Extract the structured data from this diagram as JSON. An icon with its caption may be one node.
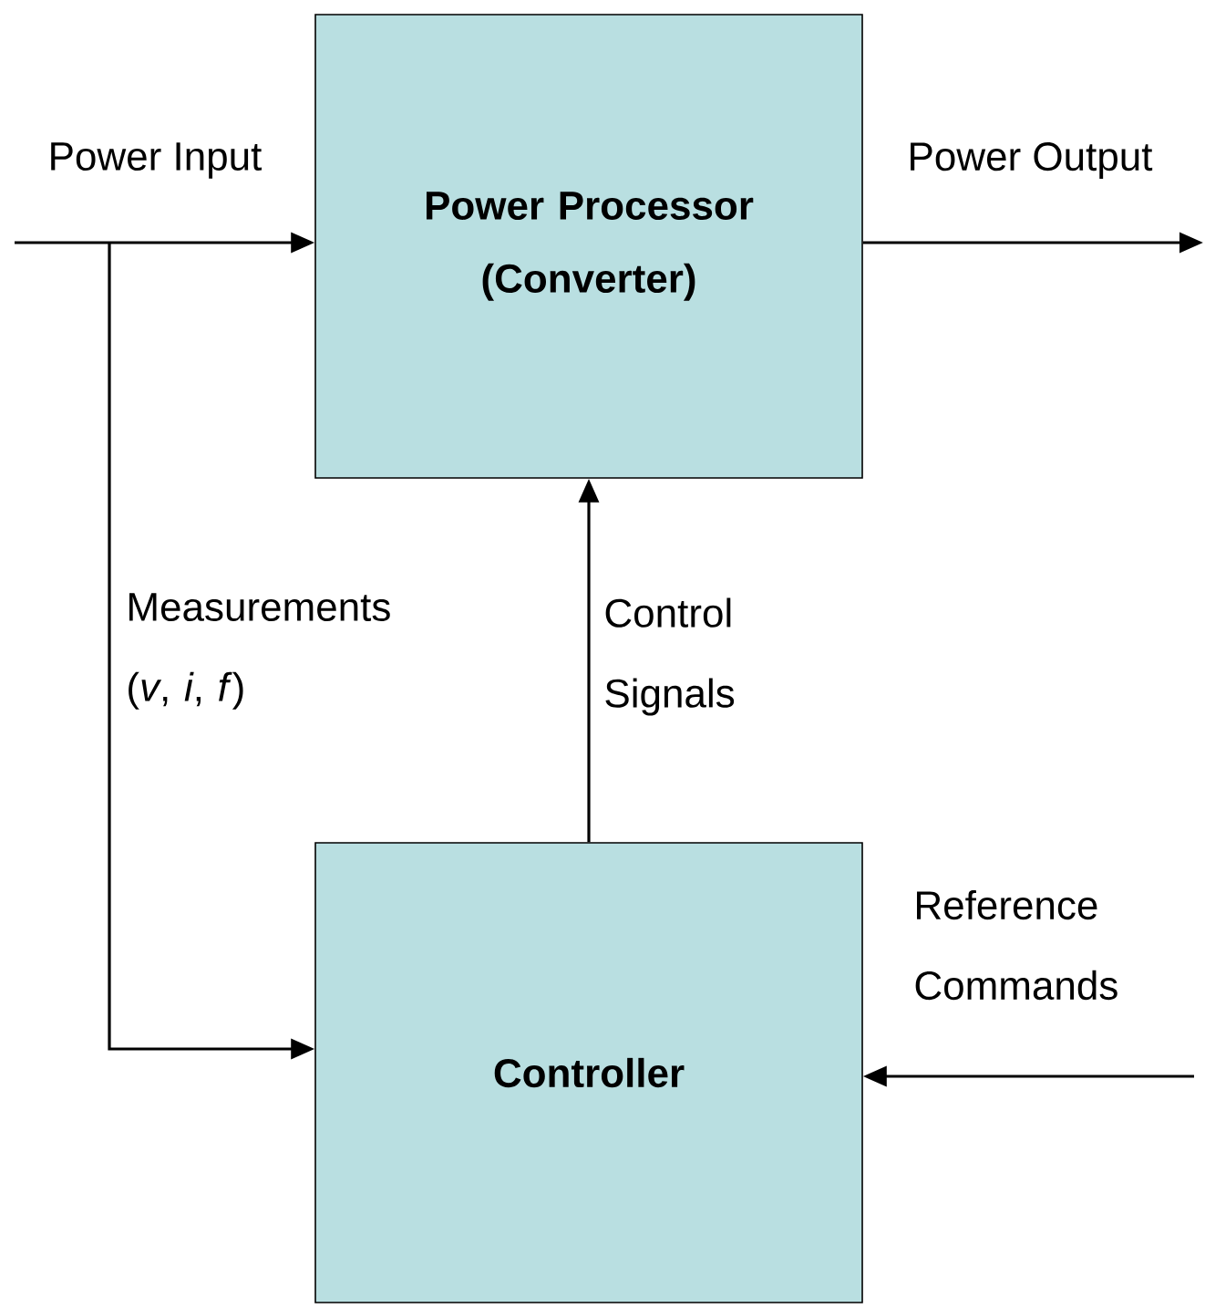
{
  "diagram": {
    "nodes": [
      {
        "text": [
          "Power Processor (Converter)"
        ]
      },
      {
        "text": [
          "Controller"
        ]
      }
    ],
    "edges": [
      {
        "from": null,
        "to": 0,
        "arrow": "to",
        "label": "Power Input"
      },
      {
        "from": 0,
        "to": null,
        "arrow": "to",
        "label": "Power Output"
      },
      {
        "from": null,
        "to": 1,
        "arrow": "to",
        "label": "Measurements (*v*, *i*, *f*)"
      },
      {
        "from": 1,
        "to": 0,
        "arrow": "to",
        "label": "Control Signals"
      },
      {
        "from": null,
        "to": 1,
        "arrow": "to",
        "label": "Reference Commands"
      }
    ]
  }
}
